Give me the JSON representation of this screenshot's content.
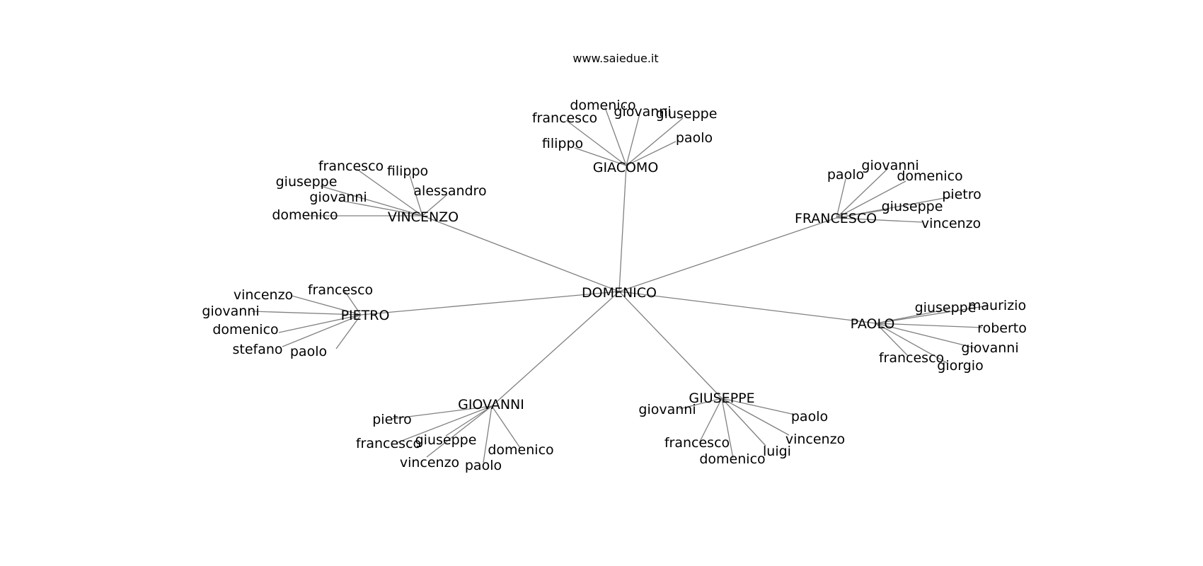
{
  "title": "www.saiedue.it",
  "colors": {
    "edge": "#808080",
    "text": "#000000",
    "background": "#ffffff"
  },
  "root": "DOMENICO",
  "groups": [
    {
      "id": "giacomo",
      "label": "GIACOMO",
      "children": [
        "domenico",
        "francesco",
        "giovanni",
        "giuseppe",
        "filippo",
        "paolo"
      ]
    },
    {
      "id": "vincenzo",
      "label": "VINCENZO",
      "children": [
        "francesco",
        "filippo",
        "giuseppe",
        "alessandro",
        "giovanni",
        "domenico"
      ]
    },
    {
      "id": "francesco",
      "label": "FRANCESCO",
      "children": [
        "paolo",
        "giovanni",
        "domenico",
        "pietro",
        "giuseppe",
        "vincenzo"
      ]
    },
    {
      "id": "pietro",
      "label": "PIETRO",
      "children": [
        "vincenzo",
        "francesco",
        "giovanni",
        "domenico",
        "stefano",
        "paolo"
      ]
    },
    {
      "id": "paolo",
      "label": "PAOLO",
      "children": [
        "giuseppe",
        "maurizio",
        "roberto",
        "giovanni",
        "francesco",
        "giorgio"
      ]
    },
    {
      "id": "giovanni",
      "label": "GIOVANNI",
      "children": [
        "pietro",
        "francesco",
        "giuseppe",
        "domenico",
        "vincenzo",
        "paolo"
      ]
    },
    {
      "id": "giuseppe",
      "label": "GIUSEPPE",
      "children": [
        "giovanni",
        "paolo",
        "vincenzo",
        "francesco",
        "luigi",
        "domenico"
      ]
    }
  ]
}
